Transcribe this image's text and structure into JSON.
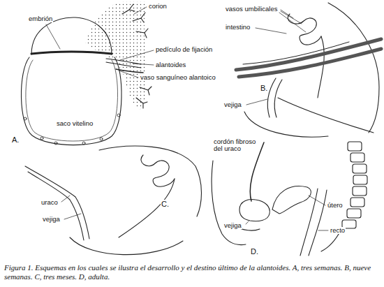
{
  "diagram": {
    "caption": "Figura 1. Esquemas en los cuales se ilustra el desarrollo y el destino último de la alantoides. A, tres semanas. B, nueve semanas. C, tres meses. D, adulta.",
    "labels": [
      "corion",
      "embrión",
      "pedículo de fijación",
      "alantoides",
      "vaso sanguíneo alantoico",
      "saco vitelino",
      "A.",
      "vasos umbilicales",
      "intestino",
      "vejiga",
      "B.",
      "uraco",
      "vejiga",
      "C.",
      "cordón fibroso del uraco",
      "útero",
      "vejiga",
      "recto",
      "D."
    ]
  }
}
